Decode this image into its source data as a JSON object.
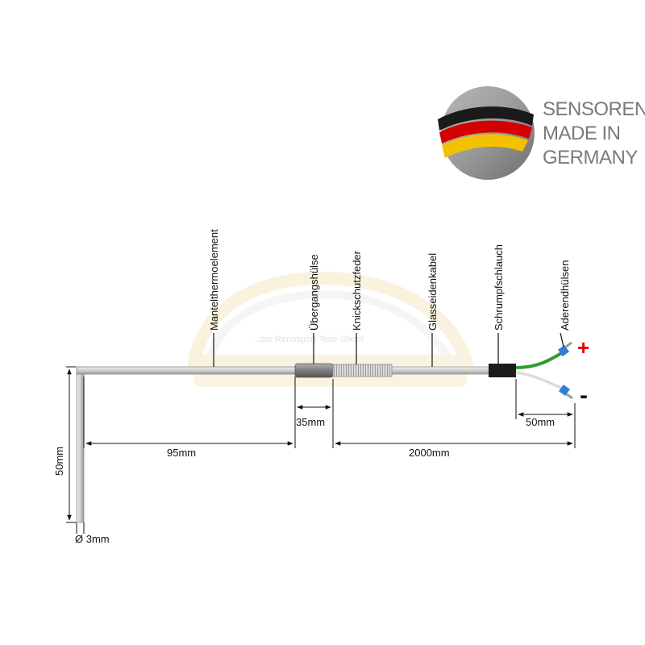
{
  "badge": {
    "lines": [
      "SENSOREN",
      "MADE IN",
      "GERMANY"
    ],
    "flag_colors": [
      "#1a1a1a",
      "#d40000",
      "#f2c200"
    ]
  },
  "watermark": {
    "tagline": "...der Rennsport-Teile-Shop!",
    "logo_icon": "racing-shop-logo-icon"
  },
  "components": [
    "Mantelthermoelement",
    "Übergangshülse",
    "Knickschutzfeder",
    "Glasseidenkabel",
    "Schrumpfschlauch",
    "Aderendhülsen"
  ],
  "dimensions": {
    "height": "50mm",
    "probe_length": "95mm",
    "sleeve": "35mm",
    "cable_length": "2000mm",
    "wire_ends": "50mm",
    "diameter": "Ø 3mm"
  },
  "polarity": {
    "positive": "+",
    "negative": "-"
  },
  "colors": {
    "probe": "#d4d4d4",
    "wire_positive": "#2e9e2e",
    "wire_negative": "#e6e6e6",
    "shrink_tube": "#1c1c1c",
    "ferrule": "#2f7fd8",
    "plus_sign": "#e00000"
  }
}
